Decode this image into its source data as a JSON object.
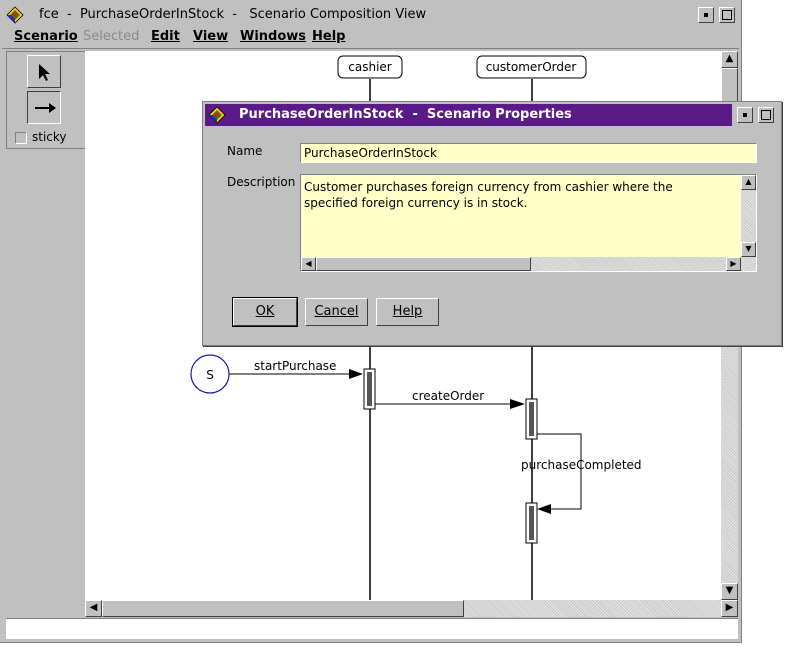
{
  "main_window": {
    "title": "fce  -  PurchaseOrderInStock  -   Scenario Composition View",
    "menu": [
      {
        "label": "Scenario",
        "enabled": true
      },
      {
        "label": "Selected",
        "enabled": false
      },
      {
        "label": "Edit",
        "enabled": true
      },
      {
        "label": "View",
        "enabled": true
      },
      {
        "label": "Windows",
        "enabled": true
      },
      {
        "label": "Help",
        "enabled": true
      }
    ]
  },
  "palette": {
    "tools": [
      {
        "name": "select",
        "icon": "arrow-pointer-icon"
      },
      {
        "name": "message",
        "icon": "right-arrow-icon"
      }
    ],
    "sticky_label": "sticky",
    "sticky_checked": false
  },
  "diagram": {
    "objects": [
      {
        "label": "cashier"
      },
      {
        "label": "customerOrder"
      }
    ],
    "start_label": "S",
    "messages": [
      {
        "label": "startPurchase"
      },
      {
        "label": "createOrder"
      },
      {
        "label": "purchaseCompleted"
      }
    ]
  },
  "dialog": {
    "title": "PurchaseOrderInStock  -  Scenario Properties",
    "name_label": "Name",
    "name_value": "PurchaseOrderInStock",
    "description_label": "Description",
    "description_lines": [
      "Customer purchases foreign currency from cashier where the",
      "specified foreign currency is in stock."
    ],
    "buttons": {
      "ok": "OK",
      "cancel": "Cancel",
      "help": "Help"
    }
  },
  "colors": {
    "dialog_title_bg": "#5a1a88",
    "field_bg": "#ffffc8",
    "start_circle": "#1a1aa8"
  }
}
